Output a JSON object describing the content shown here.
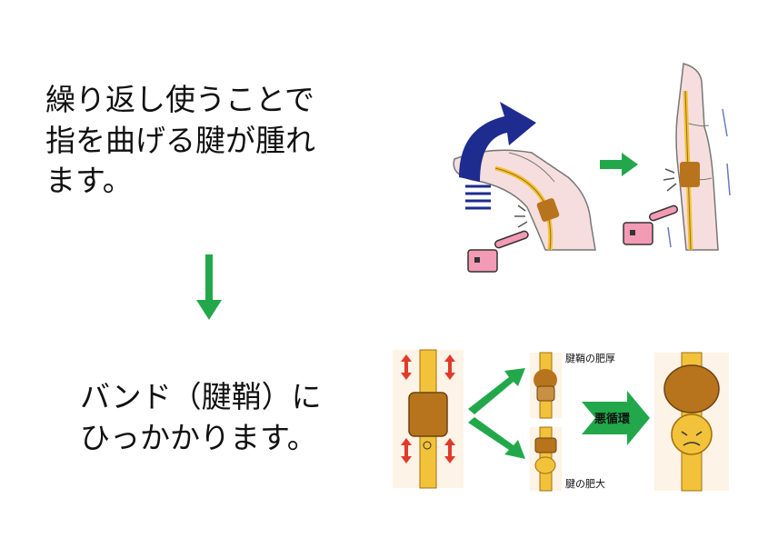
{
  "main": {
    "text_top": "繰り返し使うことで\n指を曲げる腱が腫れ\nます。",
    "text_bottom": "バンド（腱鞘）に\nひっかかります。"
  },
  "diagram": {
    "label_thickening": "腱鞘の肥厚",
    "label_enlargement": "腱の肥大",
    "label_cycle": "悪循環"
  },
  "colors": {
    "arrow_green": "#22a84a",
    "tendon_yellow": "#f2c23a",
    "sheath_brown": "#b8741d",
    "finger_pink": "#f7dede",
    "blue_arrow": "#1e2b8f",
    "red_arrow": "#e23a2a"
  }
}
